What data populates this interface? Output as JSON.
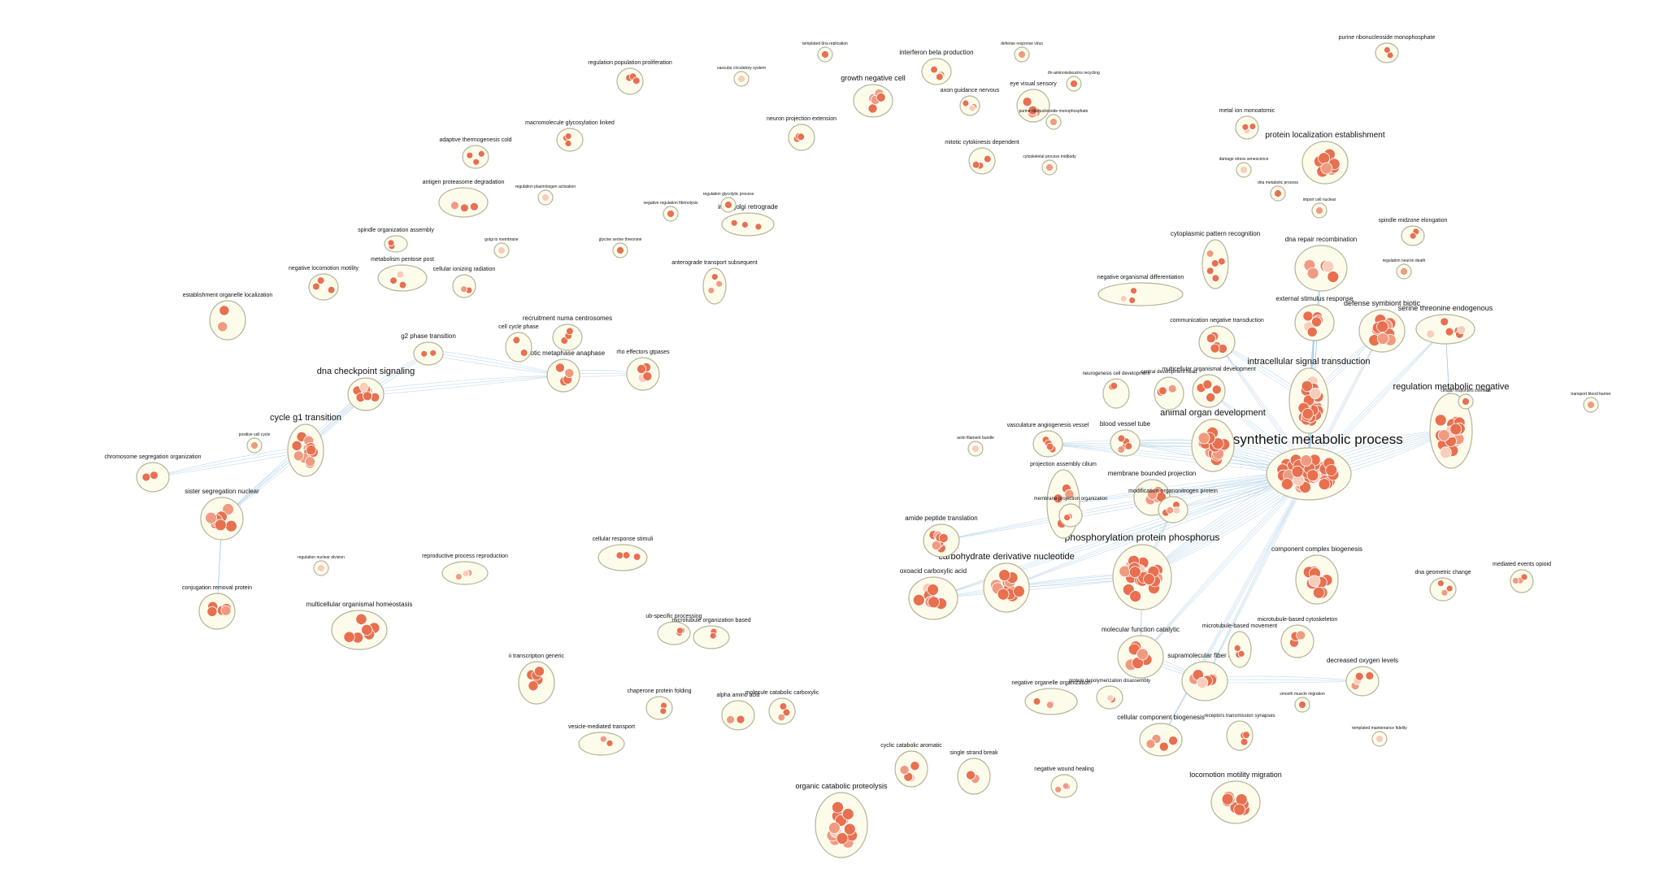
{
  "title": "",
  "colors": {
    "cluster_fill": "#fdfbea",
    "cluster_stroke": "#b5b49a",
    "node_strong": "#e8704f",
    "node_medium": "#f09b7f",
    "node_light": "#f8cdb9",
    "edge": "#9cc7e2",
    "background": "#ffffff"
  },
  "clusters": [
    {
      "label": "biosynthetic metabolic process",
      "tier": "xl",
      "nodes": 40
    },
    {
      "label": "phosphorylation protein phosphorus",
      "tier": "l",
      "nodes": 24
    },
    {
      "label": "regulation metabolic negative",
      "tier": "l",
      "nodes": 22
    },
    {
      "label": "intracellular signal transduction",
      "tier": "l",
      "nodes": 22
    },
    {
      "label": "animal organ development",
      "tier": "l",
      "nodes": 16
    },
    {
      "label": "dna checkpoint signaling",
      "tier": "l",
      "nodes": 9
    },
    {
      "label": "cycle g1 transition",
      "tier": "l",
      "nodes": 12
    },
    {
      "label": "carbohydrate derivative nucleotide",
      "tier": "l",
      "nodes": 12
    },
    {
      "label": "organic catabolic proteolysis",
      "tier": "m",
      "nodes": 14
    },
    {
      "label": "locomotion motility migration",
      "tier": "m",
      "nodes": 9
    },
    {
      "label": "sister segregation nuclear",
      "tier": "m",
      "nodes": 8
    },
    {
      "label": "multicellular organismal homeostasis",
      "tier": "m",
      "nodes": 6
    },
    {
      "label": "protein localization establishment",
      "tier": "m",
      "nodes": 9
    },
    {
      "label": "component complex biogenesis",
      "tier": "m",
      "nodes": 9
    },
    {
      "label": "defense symbiont biotic",
      "tier": "m",
      "nodes": 10
    },
    {
      "label": "serine threonine endogenous",
      "tier": "m",
      "nodes": 6
    },
    {
      "label": "amide peptide translation",
      "tier": "m",
      "nodes": 7
    },
    {
      "label": "oxoacid carboxylic acid",
      "tier": "m",
      "nodes": 7
    },
    {
      "label": "membrane bounded projection",
      "tier": "m",
      "nodes": 6
    },
    {
      "label": "blood vessel tube",
      "tier": "m",
      "nodes": 5
    },
    {
      "label": "molecular function catalytic",
      "tier": "m",
      "nodes": 6
    },
    {
      "label": "supramolecular fiber actin",
      "tier": "m",
      "nodes": 6
    },
    {
      "label": "external stimulus response",
      "tier": "m",
      "nodes": 6
    },
    {
      "label": "communication negative transduction",
      "tier": "m",
      "nodes": 5
    },
    {
      "label": "dna repair recombination",
      "tier": "m",
      "nodes": 5
    },
    {
      "label": "cytoplasmic pattern recognition",
      "tier": "m",
      "nodes": 5
    },
    {
      "label": "projection assembly cilium",
      "tier": "m",
      "nodes": 4
    },
    {
      "label": "vasculature angiogenesis vessel",
      "tier": "m",
      "nodes": 4
    },
    {
      "label": "cellular component biogenesis",
      "tier": "m",
      "nodes": 4
    },
    {
      "label": "decreased oxygen levels",
      "tier": "m",
      "nodes": 4
    },
    {
      "label": "growth negative cell",
      "tier": "m",
      "nodes": 5
    },
    {
      "label": "interferon beta production",
      "tier": "m",
      "nodes": 4
    },
    {
      "label": "g2 phase transition",
      "tier": "m",
      "nodes": 2
    },
    {
      "label": "recruitment numa centrosomes",
      "tier": "m",
      "nodes": 3
    },
    {
      "label": "mitotic metaphase anaphase",
      "tier": "m",
      "nodes": 4
    },
    {
      "label": "intra golgi retrograde",
      "tier": "m",
      "nodes": 3
    },
    {
      "label": "anterograde transport subsequent",
      "tier": "m",
      "nodes": 3
    },
    {
      "label": "rho effectors gtpases",
      "tier": "m",
      "nodes": 4
    },
    {
      "label": "cell cycle phase",
      "tier": "m",
      "nodes": 2
    },
    {
      "label": "multicellular organismal development",
      "tier": "m",
      "nodes": 4
    },
    {
      "label": "modification organonitrogen protein",
      "tier": "m",
      "nodes": 4
    },
    {
      "label": "negative organismal differentiation",
      "tier": "s",
      "nodes": 3
    },
    {
      "label": "single strand break",
      "tier": "s",
      "nodes": 2
    },
    {
      "label": "negative wound healing",
      "tier": "s",
      "nodes": 3
    },
    {
      "label": "cyclic catabolic aromatic",
      "tier": "s",
      "nodes": 4
    },
    {
      "label": "purine ribonucleoside monophosphate",
      "tier": "s",
      "nodes": 2
    },
    {
      "label": "conjugation removal protein",
      "tier": "s",
      "nodes": 5
    },
    {
      "label": "chromosome segregation organization",
      "tier": "s",
      "nodes": 2
    },
    {
      "label": "establishment organelle localization",
      "tier": "s",
      "nodes": 2
    },
    {
      "label": "adaptive thermogenesis cold",
      "tier": "s",
      "nodes": 3
    },
    {
      "label": "antigen proteasome degradation",
      "tier": "s",
      "nodes": 3
    },
    {
      "label": "metal ion monoatomic",
      "tier": "s",
      "nodes": 3
    },
    {
      "label": "spindle midzone elongation",
      "tier": "s",
      "nodes": 2
    },
    {
      "label": "dna geometric change",
      "tier": "s",
      "nodes": 3
    },
    {
      "label": "mediated events opioid",
      "tier": "s",
      "nodes": 3
    },
    {
      "label": "microtubule-based cytoskeleton",
      "tier": "s",
      "nodes": 3
    },
    {
      "label": "microtubule-based movement",
      "tier": "s",
      "nodes": 3
    },
    {
      "label": "alpha amino acid",
      "tier": "s",
      "nodes": 2
    },
    {
      "label": "molecule catabolic carboxylic",
      "tier": "s",
      "nodes": 3
    },
    {
      "label": "chaperone protein folding",
      "tier": "s",
      "nodes": 2
    },
    {
      "label": "vesicle-mediated transport",
      "tier": "s",
      "nodes": 2
    },
    {
      "label": "ii transcription generic",
      "tier": "s",
      "nodes": 5
    },
    {
      "label": "negative locomotion motility",
      "tier": "s",
      "nodes": 3
    },
    {
      "label": "spindle organization assembly",
      "tier": "s",
      "nodes": 2
    },
    {
      "label": "metabolism pentose post",
      "tier": "s",
      "nodes": 3
    },
    {
      "label": "cellular ionizing radiation",
      "tier": "s",
      "nodes": 2
    },
    {
      "label": "reproductive process reproduction",
      "tier": "s",
      "nodes": 3
    },
    {
      "label": "cellular response stimuli",
      "tier": "s",
      "nodes": 3
    },
    {
      "label": "regulation population proliferation",
      "tier": "s",
      "nodes": 3
    },
    {
      "label": "macromolecule glycosylation linked",
      "tier": "s",
      "nodes": 3
    },
    {
      "label": "neuron projection extension",
      "tier": "s",
      "nodes": 3
    },
    {
      "label": "mitotic cytokinesis dependent",
      "tier": "s",
      "nodes": 3
    },
    {
      "label": "eye visual sensory",
      "tier": "s",
      "nodes": 4
    },
    {
      "label": "axon guidance nervous",
      "tier": "s",
      "nodes": 3
    },
    {
      "label": "ub-specific processing",
      "tier": "s",
      "nodes": 3
    },
    {
      "label": "microtubule organization based",
      "tier": "s",
      "nodes": 2
    },
    {
      "label": "neurogenesis cell development",
      "tier": "s",
      "nodes": 2
    },
    {
      "label": "central development head",
      "tier": "s",
      "nodes": 3
    },
    {
      "label": "membrane projection organization",
      "tier": "s",
      "nodes": 2
    },
    {
      "label": "negative organelle organization",
      "tier": "s",
      "nodes": 3
    },
    {
      "label": "protein depolymerization disassembly",
      "tier": "s",
      "nodes": 2
    },
    {
      "label": "receptors transmission synapses",
      "tier": "s",
      "nodes": 3
    }
  ],
  "tiny_labels": [
    "templated dna replication",
    "defense response virus",
    "vascular circulatory system",
    "ifn-aminoisoleucins recycling",
    "purine ribonucleoside monophosphate",
    "regulation plasminogen activation",
    "negative regulation fibrinolysis",
    "positive cell cycle",
    "regulation nuclear division",
    "cellular responses chemical",
    "transport blood barrier",
    "actin filament bundle",
    "regulation glycolytic process",
    "cytoskeletal process midbody",
    "damage stress senescence",
    "dna metabolic process",
    "import cell nuclear",
    "templated maintenance fidelity",
    "smooth muscle migration",
    "regulation neuron death",
    "golgi to membrane",
    "glycine serine threonine"
  ]
}
